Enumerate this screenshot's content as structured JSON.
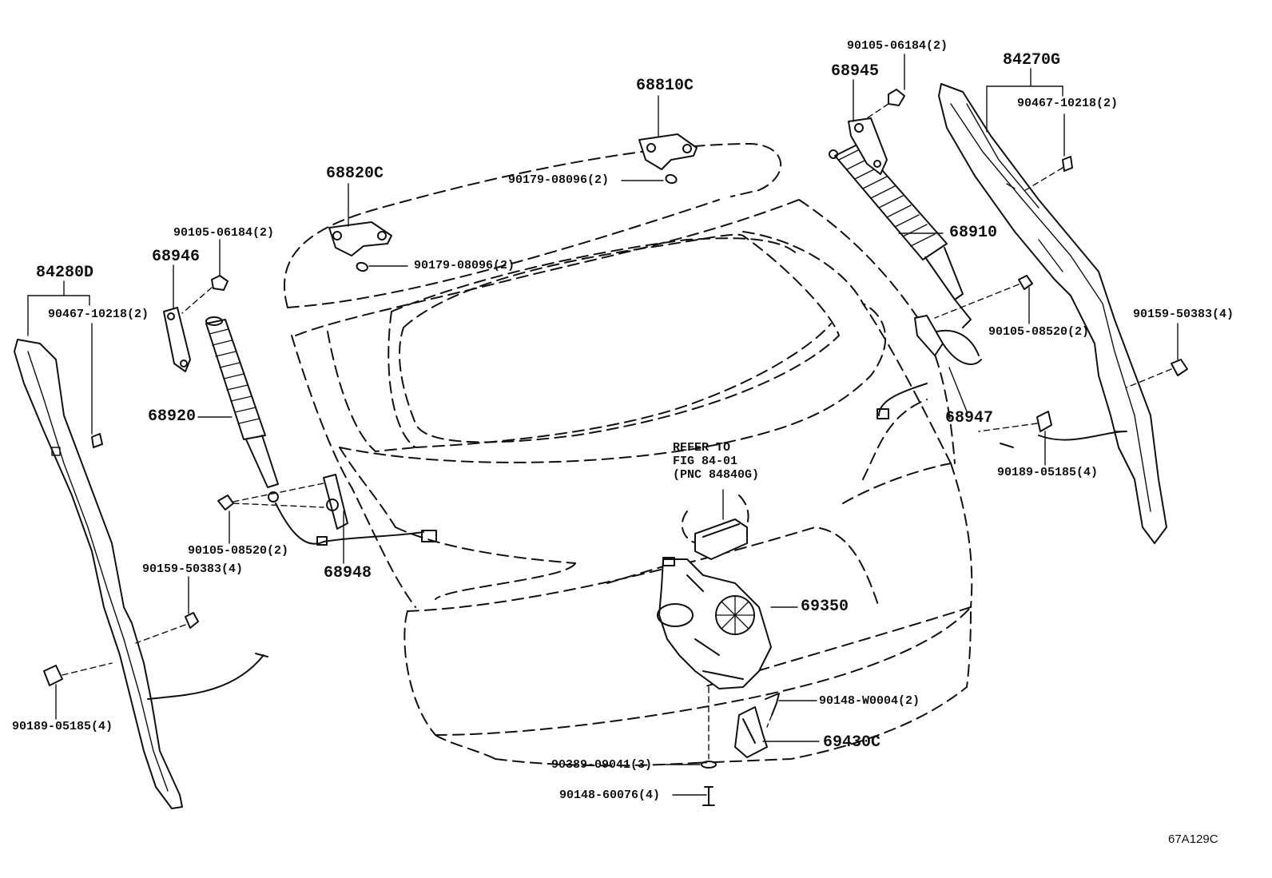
{
  "diagram_code": "67A129C",
  "refer_note": {
    "line1": "REFER TO",
    "line2": "FIG 84-01",
    "line3": "(PNC 84840G)"
  },
  "parts": {
    "p68810C": "68810C",
    "p68820C": "68820C",
    "p90179_a": "90179-08096(2)",
    "p90179_b": "90179-08096(2)",
    "p90105_06184_left": "90105-06184(2)",
    "p90105_06184_right": "90105-06184(2)",
    "p68945": "68945",
    "p68946": "68946",
    "p84270G": "84270G",
    "p84280D": "84280D",
    "p90467_right": "90467-10218(2)",
    "p90467_left": "90467-10218(2)",
    "p68910": "68910",
    "p68920": "68920",
    "p90105_08520_right": "90105-08520(2)",
    "p90105_08520_left": "90105-08520(2)",
    "p90159_right": "90159-50383(4)",
    "p90159_left": "90159-50383(4)",
    "p68947": "68947",
    "p68948": "68948",
    "p90189_right": "90189-05185(4)",
    "p90189_left": "90189-05185(4)",
    "p69350": "69350",
    "p90148_W0004": "90148-W0004(2)",
    "p69430C": "69430C",
    "p90389": "90389-09041(3)",
    "p90148_60076": "90148-60076(4)"
  }
}
